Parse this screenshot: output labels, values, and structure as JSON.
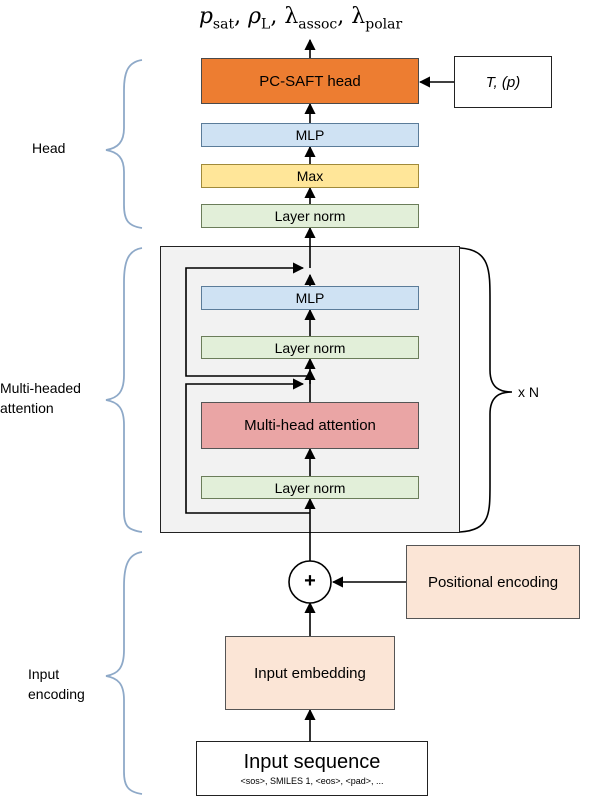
{
  "output": {
    "p": "p",
    "p_sub": "sat",
    "rho": "ρ",
    "rho_sub": "L",
    "lam1": "λ",
    "lam1_sub": "assoc",
    "lam2": "λ",
    "lam2_sub": "polar",
    "sep": ","
  },
  "head": {
    "group_label": "Head",
    "pcsaft": "PC-SAFT head",
    "conditions": "T, (p)",
    "mlp": "MLP",
    "max": "Max",
    "layer_norm": "Layer norm"
  },
  "attention": {
    "group_label_line1": "Multi-headed",
    "group_label_line2": "attention",
    "mlp": "MLP",
    "layer_norm_top": "Layer norm",
    "mha": "Multi-head attention",
    "layer_norm_bottom": "Layer norm",
    "repeat": "x N"
  },
  "encoding": {
    "group_label_line1": "Input",
    "group_label_line2": "encoding",
    "add_symbol": "+",
    "positional": "Positional encoding",
    "embedding": "Input embedding",
    "sequence_title": "Input sequence",
    "sequence_tokens": "<sos>, SMILES 1, <eos>, <pad>, ..."
  },
  "colors": {
    "orange": "#ed7d31",
    "blue": "#cfe2f3",
    "yellow": "#ffe699",
    "green": "#e2efd9",
    "red": "#eaa5a5",
    "peach": "#fbe5d6",
    "brace": "#8ea9c8"
  }
}
